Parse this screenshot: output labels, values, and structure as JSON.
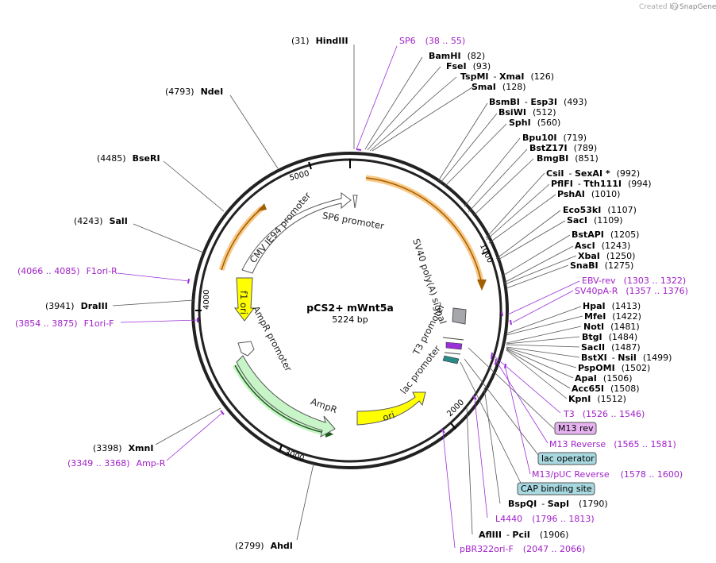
{
  "credit": {
    "prefix": "Created by",
    "brand": "SnapGene"
  },
  "plasmid": {
    "name": "pCS2+ mWnt5a",
    "size": "5224 bp"
  },
  "ticks": [
    "1000",
    "2000",
    "3000",
    "4000",
    "5000"
  ],
  "features": {
    "sv40": "SV40 poly(A) signal",
    "sp6": "SP6 promoter",
    "cmv": "CMV IE94 promoter",
    "f1": "f1 ori",
    "ampr_prom": "AmpR promoter",
    "ampr": "AmpR",
    "ori": "ori",
    "lac": "lac promoter",
    "t3": "T3 promoter"
  },
  "right_labels": [
    {
      "name": "BamHI",
      "pos": "(82)"
    },
    {
      "name": "FseI",
      "pos": "(93)"
    },
    {
      "name": "TspMI",
      "alt": "XmaI",
      "pos": "(126)"
    },
    {
      "name": "SmaI",
      "pos": "(128)"
    },
    {
      "name": "BsmBI",
      "alt": "Esp3I",
      "pos": "(493)"
    },
    {
      "name": "BsiWI",
      "pos": "(512)"
    },
    {
      "name": "SphI",
      "pos": "(560)"
    },
    {
      "name": "Bpu10I",
      "pos": "(719)"
    },
    {
      "name": "BstZ17I",
      "pos": "(789)"
    },
    {
      "name": "BmgBI",
      "pos": "(851)"
    },
    {
      "name": "CsiI",
      "alt": "SexAI *",
      "pos": "(992)"
    },
    {
      "name": "PflFI",
      "alt": "Tth111I",
      "pos": "(994)"
    },
    {
      "name": "PshAI",
      "pos": "(1010)"
    },
    {
      "name": "Eco53kI",
      "pos": "(1107)"
    },
    {
      "name": "SacI",
      "pos": "(1109)"
    },
    {
      "name": "BstAPI",
      "pos": "(1205)"
    },
    {
      "name": "AscI",
      "pos": "(1243)"
    },
    {
      "name": "XbaI",
      "pos": "(1250)"
    },
    {
      "name": "SnaBI",
      "pos": "(1275)"
    },
    {
      "primer": "EBV-rev",
      "pos": "(1303 .. 1322)"
    },
    {
      "primer": "SV40pA-R",
      "pos": "(1357 .. 1376)"
    },
    {
      "name": "HpaI",
      "pos": "(1413)"
    },
    {
      "name": "MfeI",
      "pos": "(1422)"
    },
    {
      "name": "NotI",
      "pos": "(1481)"
    },
    {
      "name": "BtgI",
      "pos": "(1484)"
    },
    {
      "name": "SacII",
      "pos": "(1487)"
    },
    {
      "name": "BstXI",
      "alt": "NsiI",
      "pos": "(1499)"
    },
    {
      "name": "PspOMI",
      "pos": "(1502)"
    },
    {
      "name": "ApaI",
      "pos": "(1506)"
    },
    {
      "name": "Acc65I",
      "pos": "(1508)"
    },
    {
      "name": "KpnI",
      "pos": "(1512)"
    },
    {
      "primer": "T3",
      "pos": "(1526 .. 1546)"
    }
  ],
  "bottom_labels": {
    "m13rev_box": "M13 rev",
    "m13_reverse": {
      "primer": "M13 Reverse",
      "pos": "(1565 .. 1581)"
    },
    "lac_operator_box": "lac operator",
    "m13puc": {
      "primer": "M13/pUC Reverse",
      "pos": "(1578 .. 1600)"
    },
    "cap_box": "CAP binding site",
    "bspqi": {
      "name": "BspQI",
      "alt": "SapI",
      "pos": "(1790)"
    },
    "l4440": {
      "primer": "L4440",
      "pos": "(1796 .. 1813)"
    },
    "afliii": {
      "name": "AflIII",
      "alt": "PciI",
      "pos": "(1906)"
    },
    "pbr": {
      "primer": "pBR322ori-F",
      "pos": "(2047 .. 2066)"
    }
  },
  "left_labels": [
    {
      "pos": "(31)",
      "name": "HindIII"
    },
    {
      "primer": "SP6",
      "pos": "(38 .. 55)"
    },
    {
      "pos": "(4793)",
      "name": "NdeI"
    },
    {
      "pos": "(4485)",
      "name": "BseRI"
    },
    {
      "pos": "(4243)",
      "name": "SalI"
    },
    {
      "primer_pos": "(4066 .. 4085)",
      "primer": "F1ori-R"
    },
    {
      "pos": "(3941)",
      "name": "DraIII"
    },
    {
      "primer_pos": "(3854 .. 3875)",
      "primer": "F1ori-F"
    },
    {
      "pos": "(3398)",
      "name": "XmnI"
    },
    {
      "primer_pos": "(3349 .. 3368)",
      "primer": "Amp-R"
    },
    {
      "pos": "(2799)",
      "name": "AhdI"
    }
  ],
  "colors": {
    "orange": "#f6a83a",
    "yellow": "#ffff00",
    "green": "#c8f5c8",
    "purple": "#9b30d9",
    "box_purple": "#e6b3f0",
    "box_teal": "#a8d8e0"
  }
}
